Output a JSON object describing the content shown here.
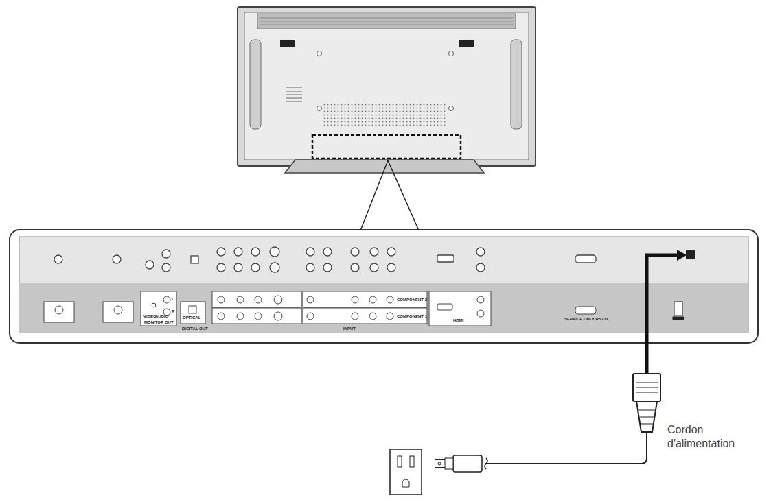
{
  "diagram": {
    "labels": [
      "VIDEO",
      "AUDIO",
      "MONITOR OUT",
      "L",
      "R",
      "OPTICAL",
      "DIGITAL OUT",
      "COMPONENT 2",
      "COMPONENT 1",
      "INPUT",
      "HDMI",
      "SERVICE ONLY RS232",
      "Cordon d'alimentation"
    ]
  }
}
